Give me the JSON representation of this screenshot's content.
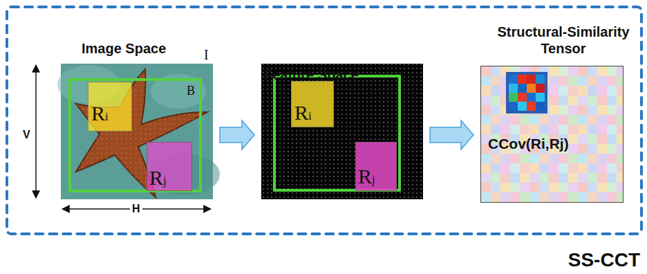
{
  "diagram": {
    "nodes": [
      {
        "text": [
          "SS-CCT"
        ]
      },
      {
        "text": [
          "Image Space",
          "I"
        ],
        "in": 0
      },
      {
        "text": [
          "B"
        ],
        "in": 1
      },
      {
        "text": [
          "Ri"
        ],
        "in": 2
      },
      {
        "text": [
          "Rj"
        ],
        "in": 2
      },
      {
        "text": [
          "Feature Space"
        ],
        "in": 0
      },
      {
        "text": [
          "Ri"
        ],
        "in": 5
      },
      {
        "text": [
          "Rj"
        ],
        "in": 5
      },
      {
        "text": [
          "Structural-Similarity Tensor",
          "CCov(Ri,Rj)"
        ],
        "in": 0
      }
    ],
    "edges": [
      {
        "from": 1,
        "to": 5,
        "arrow": "to"
      },
      {
        "from": 5,
        "to": 8,
        "arrow": "to"
      }
    ],
    "labels": [
      "V",
      "H"
    ]
  }
}
